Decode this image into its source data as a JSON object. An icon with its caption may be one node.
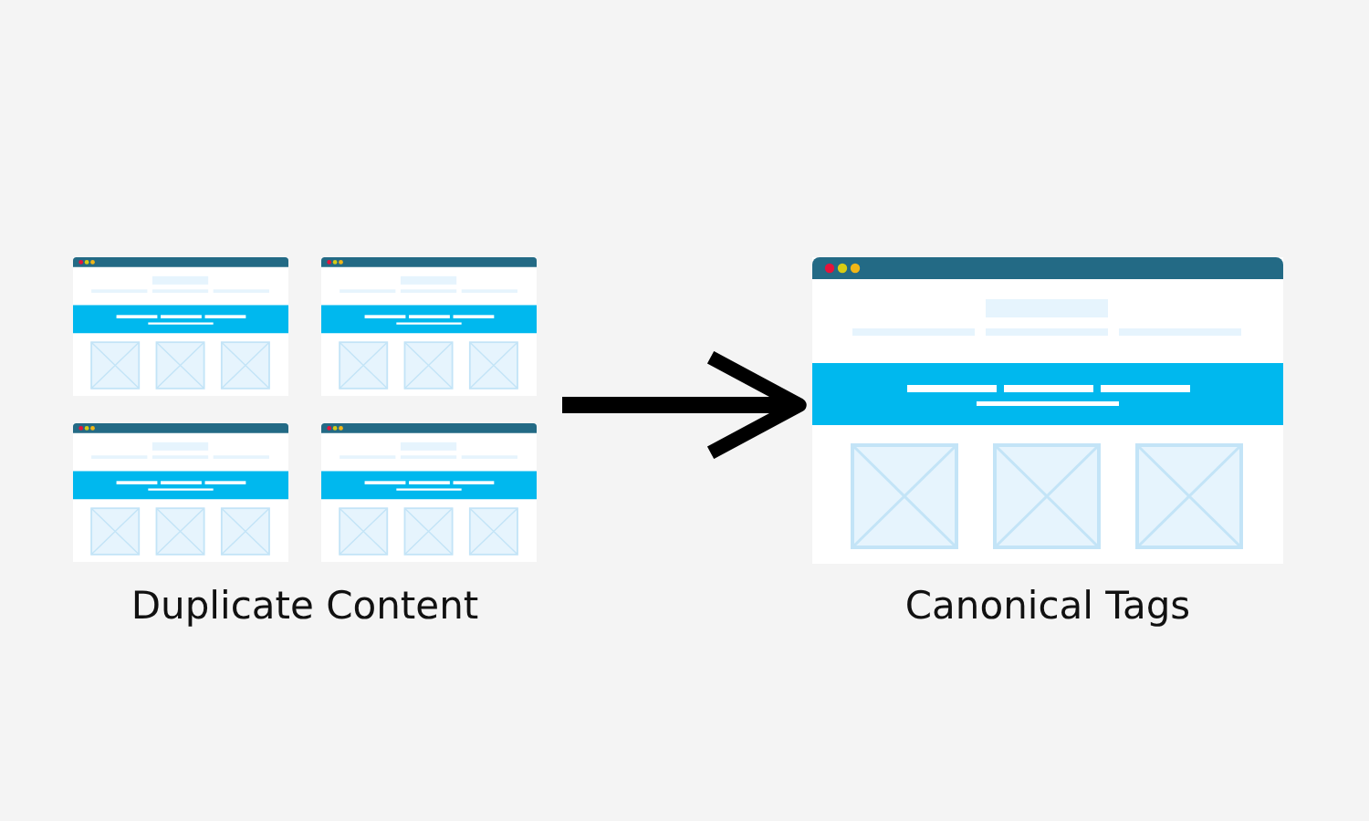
{
  "diagram": {
    "nodes": [
      {
        "text": [
          "Duplicate Content"
        ]
      },
      {
        "text": [],
        "shape": "picture",
        "in": 0
      },
      {
        "text": [],
        "shape": "picture",
        "in": 0
      },
      {
        "text": [],
        "shape": "picture",
        "in": 0
      },
      {
        "text": [],
        "shape": "picture",
        "in": 0
      },
      {
        "text": [
          "Canonical Tags"
        ]
      },
      {
        "text": [],
        "shape": "picture",
        "in": 5
      }
    ],
    "edges": [
      {
        "from": 0,
        "to": 5,
        "arrow": "to"
      }
    ]
  }
}
